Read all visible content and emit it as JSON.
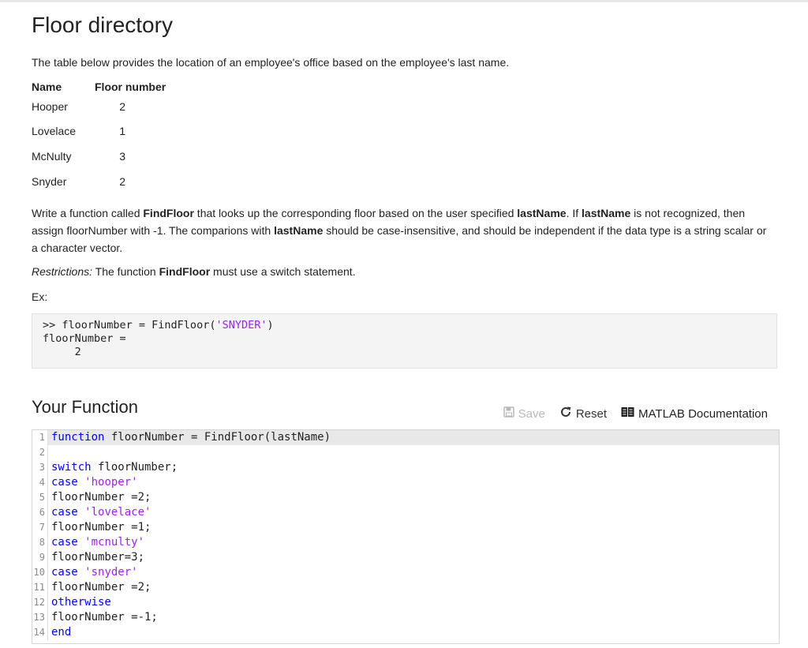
{
  "page": {
    "title": "Floor directory",
    "intro": "The table below provides the location of an employee's office based on the employee's last name."
  },
  "table": {
    "headers": [
      "Name",
      "Floor number"
    ],
    "rows": [
      {
        "name": "Hooper",
        "floor": "2"
      },
      {
        "name": "Lovelace",
        "floor": "1"
      },
      {
        "name": "McNulty",
        "floor": "3"
      },
      {
        "name": "Snyder",
        "floor": "2"
      }
    ]
  },
  "description": {
    "p1": "Write a function called ",
    "b1": "FindFloor",
    "p2": " that looks up the corresponding floor based on the user specified ",
    "b2": "lastName",
    "p3": ". If ",
    "b3": "lastName",
    "p4": " is not recognized, then assign floorNumber with -1. The comparions with ",
    "b4": "lastName",
    "p5": " should be case-insensitive, and should be independent if the data type is a string scalar or a character vector."
  },
  "restrictions": {
    "label": "Restrictions:",
    "t1": " The function ",
    "b1": "FindFloor",
    "t2": " must use a switch statement."
  },
  "example": {
    "label": "Ex:",
    "line1_a": ">> floorNumber = FindFloor(",
    "line1_str": "'SNYDER'",
    "line1_b": ")",
    "line2": "floorNumber =",
    "line3": "     2"
  },
  "your_function": {
    "title": "Your Function",
    "save_label": "Save",
    "reset_label": "Reset",
    "doc_label": "MATLAB Documentation"
  },
  "editor": {
    "lines": [
      {
        "n": "1",
        "kw": "function",
        "text": " floorNumber = FindFloor(lastName)",
        "str": ""
      },
      {
        "n": "2",
        "kw": "",
        "text": "",
        "str": ""
      },
      {
        "n": "3",
        "kw": "switch",
        "text": " floorNumber;",
        "str": ""
      },
      {
        "n": "4",
        "kw": "case",
        "text": " ",
        "str": "'hooper'"
      },
      {
        "n": "5",
        "kw": "",
        "text": "floorNumber =2;",
        "str": ""
      },
      {
        "n": "6",
        "kw": "case",
        "text": " ",
        "str": "'lovelace'"
      },
      {
        "n": "7",
        "kw": "",
        "text": "floorNumber =1;",
        "str": ""
      },
      {
        "n": "8",
        "kw": "case",
        "text": " ",
        "str": "'mcnulty'"
      },
      {
        "n": "9",
        "kw": "",
        "text": "floorNumber=3;",
        "str": ""
      },
      {
        "n": "10",
        "kw": "case",
        "text": " ",
        "str": "'snyder'"
      },
      {
        "n": "11",
        "kw": "",
        "text": "floorNumber =2;",
        "str": ""
      },
      {
        "n": "12",
        "kw": "otherwise",
        "text": "",
        "str": ""
      },
      {
        "n": "13",
        "kw": "",
        "text": "floorNumber =-1;",
        "str": ""
      },
      {
        "n": "14",
        "kw": "end",
        "text": "",
        "str": ""
      }
    ]
  },
  "colors": {
    "keyword": "#0000ff",
    "string": "#a020f0",
    "save_disabled": "#b8b8b8"
  },
  "icons": [
    "save-icon",
    "reset-icon",
    "documentation-icon"
  ]
}
